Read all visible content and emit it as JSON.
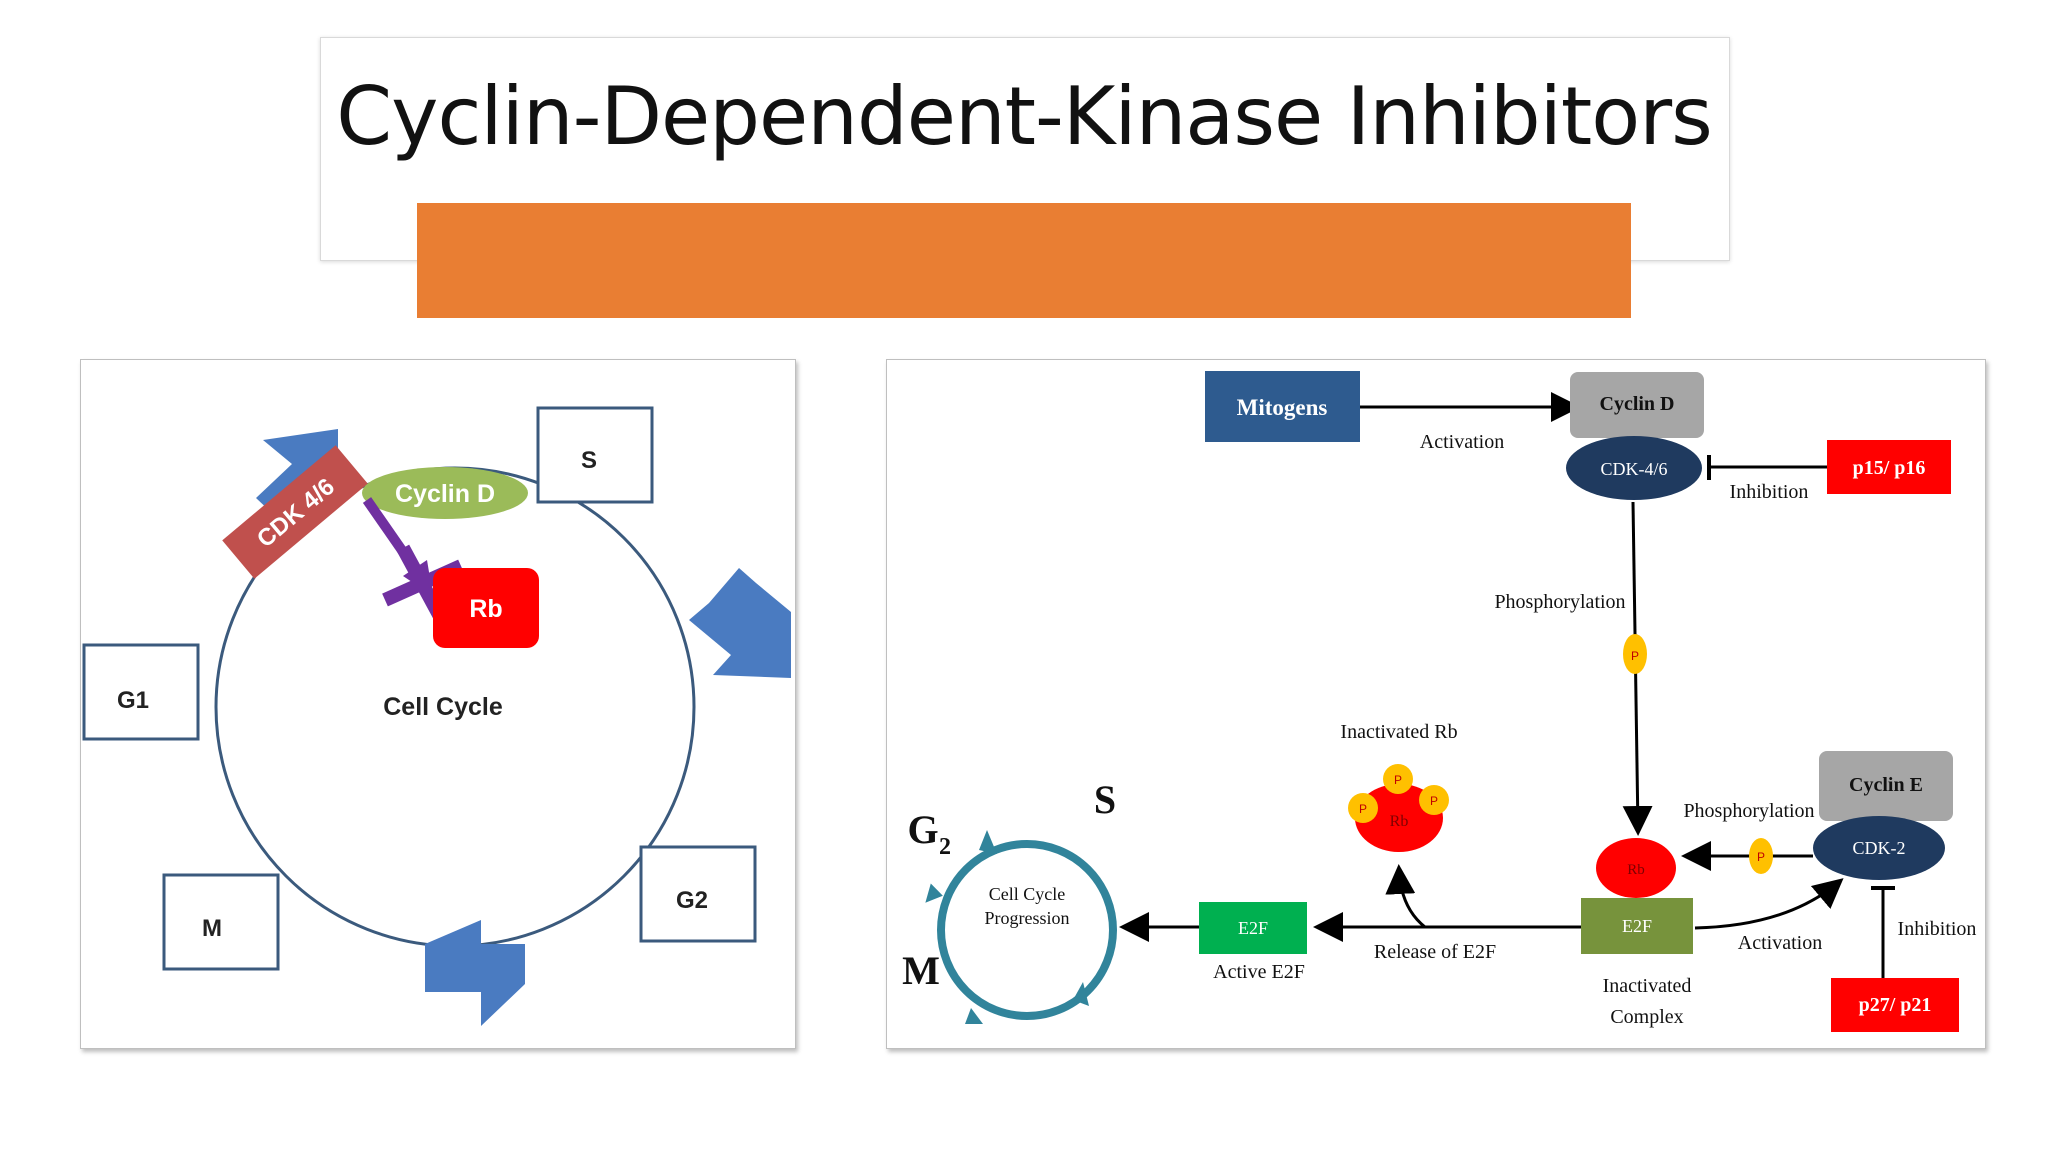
{
  "title": "Cyclin-Dependent-Kinase Inhibitors",
  "colors": {
    "accent_bar": "#e97e33",
    "phase_arrow": "#4a7bc1",
    "cyclin_d_left": "#9bbb59",
    "cdk46_left": "#c0504d",
    "rb": "#ff0000",
    "inhibit_purple": "#7030a0",
    "mitogens": "#2e5b8f",
    "cdk_navy": "#1f3a5f",
    "cyclin_gray": "#a6a6a6",
    "inhibitor_red": "#ff0000",
    "e2f_olive": "#77933c",
    "e2f_green": "#00b050",
    "phosphate": "#ffc000",
    "cycle_teal": "#31849b"
  },
  "left_diagram": {
    "phases": [
      "S",
      "G1",
      "G2",
      "M"
    ],
    "cyclin_label": "Cyclin D",
    "cdk_label": "CDK 4/6",
    "rb_label": "Rb",
    "center_label": "Cell Cycle"
  },
  "right_diagram": {
    "mitogens": "Mitogens",
    "activation_top": "Activation",
    "cyclin_d": "Cyclin D",
    "cdk46": "CDK-4/6",
    "p15p16": "p15/ p16",
    "inhibition_top": "Inhibition",
    "phosphorylation_1": "Phosphorylation",
    "p": "P",
    "inactivated_rb": "Inactivated Rb",
    "rb": "Rb",
    "cyclin_e": "Cyclin E",
    "cdk2": "CDK-2",
    "phosphorylation_2": "Phosphorylation",
    "e2f_complex": "E2F",
    "activation_bottom": "Activation",
    "inhibition_bottom": "Inhibition",
    "p27p21": "p27/ p21",
    "inactivated_complex_1": "Inactivated",
    "inactivated_complex_2": "Complex",
    "release_e2f": "Release of E2F",
    "e2f_active": "E2F",
    "active_e2f": "Active E2F",
    "cycle_progression_1": "Cell Cycle",
    "cycle_progression_2": "Progression",
    "phase_s": "S",
    "phase_g": "G",
    "phase_g_sub": "2",
    "phase_m": "M"
  }
}
